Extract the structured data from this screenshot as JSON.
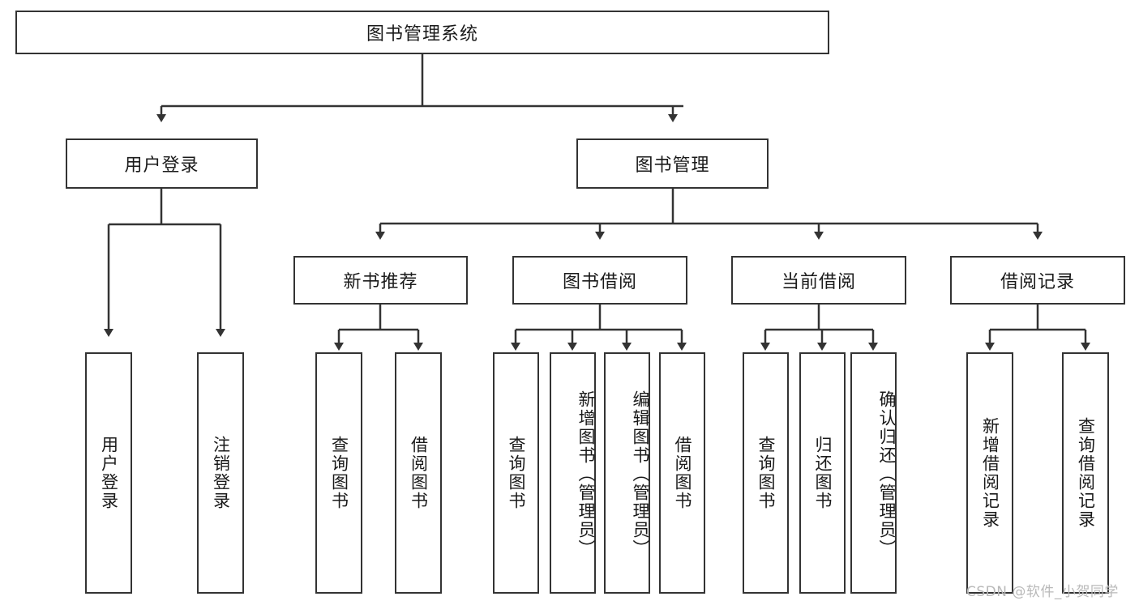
{
  "diagram": {
    "type": "tree-hierarchy",
    "title": "图书管理系统",
    "root": {
      "id": "root",
      "label": "图书管理系统"
    },
    "level1": [
      {
        "id": "user-login",
        "label": "用户登录"
      },
      {
        "id": "book-management",
        "label": "图书管理"
      }
    ],
    "level2": [
      {
        "id": "new-book-recommend",
        "label": "新书推荐",
        "parent": "book-management"
      },
      {
        "id": "book-borrow",
        "label": "图书借阅",
        "parent": "book-management"
      },
      {
        "id": "current-borrow",
        "label": "当前借阅",
        "parent": "book-management"
      },
      {
        "id": "borrow-record",
        "label": "借阅记录",
        "parent": "book-management"
      }
    ],
    "leaves": [
      {
        "id": "leaf-user-login",
        "label": "用户登录",
        "parent": "user-login"
      },
      {
        "id": "leaf-logout-login",
        "label": "注销登录",
        "parent": "user-login"
      },
      {
        "id": "leaf-query-book-1",
        "label": "查询图书",
        "parent": "new-book-recommend"
      },
      {
        "id": "leaf-borrow-book-1",
        "label": "借阅图书",
        "parent": "new-book-recommend"
      },
      {
        "id": "leaf-query-book-2",
        "label": "查询图书",
        "parent": "book-borrow"
      },
      {
        "id": "leaf-add-book",
        "label": "新增图书（管理员）",
        "parent": "book-borrow"
      },
      {
        "id": "leaf-edit-book",
        "label": "编辑图书（管理员）",
        "parent": "book-borrow"
      },
      {
        "id": "leaf-borrow-book-2",
        "label": "借阅图书",
        "parent": "book-borrow"
      },
      {
        "id": "leaf-query-book-3",
        "label": "查询图书",
        "parent": "current-borrow"
      },
      {
        "id": "leaf-return-book",
        "label": "归还图书",
        "parent": "current-borrow"
      },
      {
        "id": "leaf-confirm-return",
        "label": "确认归还（管理员）",
        "parent": "current-borrow"
      },
      {
        "id": "leaf-add-record",
        "label": "新增借阅记录",
        "parent": "borrow-record"
      },
      {
        "id": "leaf-query-record",
        "label": "查询借阅记录",
        "parent": "borrow-record"
      }
    ]
  },
  "watermark": {
    "text": "CSDN @软件_小贺同学"
  },
  "colors": {
    "stroke": "#333333",
    "background": "#ffffff",
    "text": "#1a1a1a",
    "watermark": "#b9b9b9"
  }
}
